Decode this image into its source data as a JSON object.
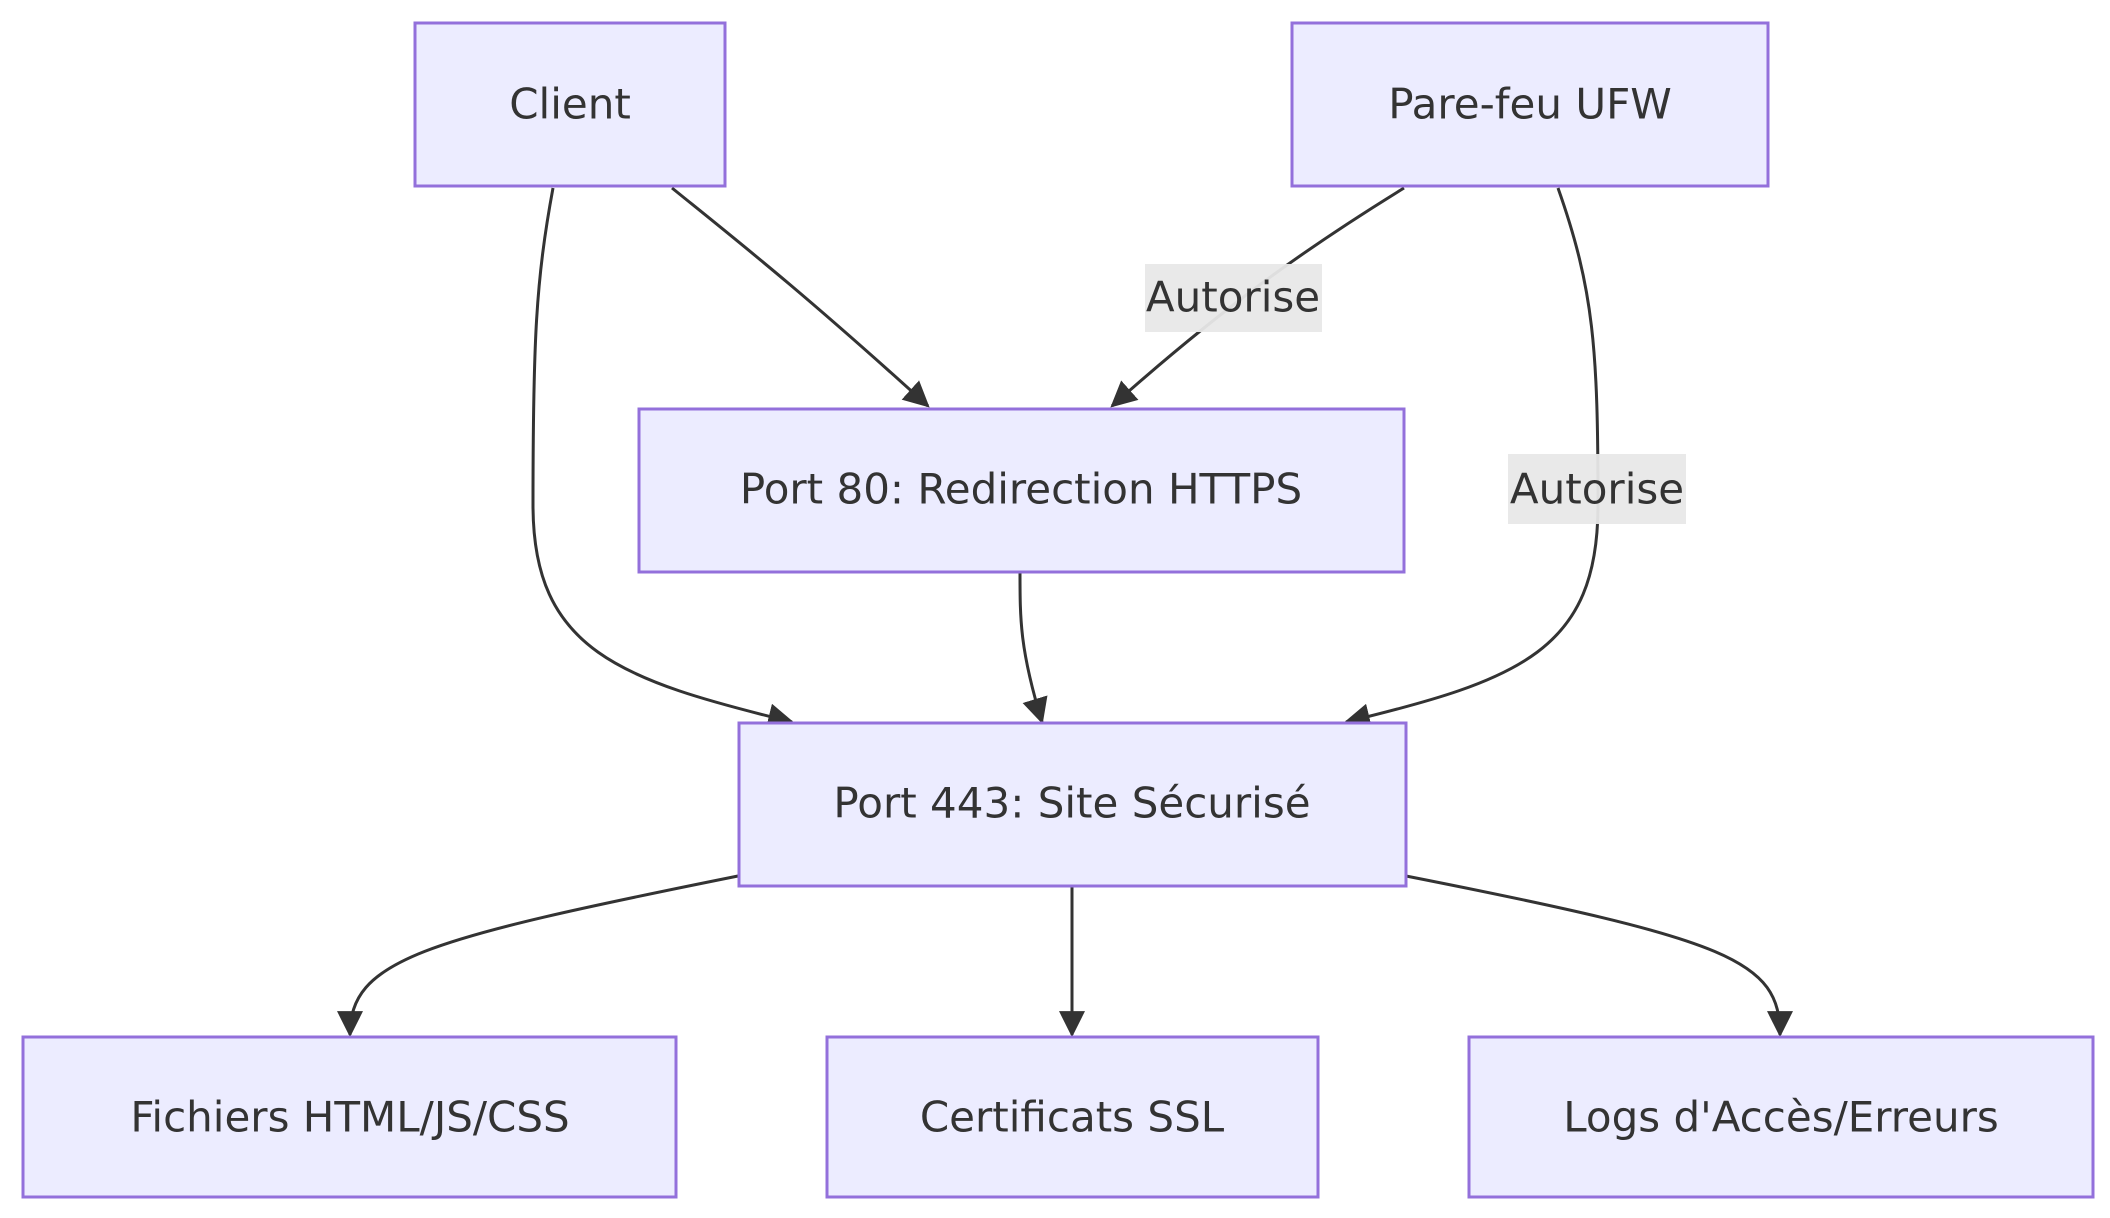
{
  "nodes": {
    "client": "Client",
    "firewall": "Pare-feu UFW",
    "port80": "Port 80: Redirection HTTPS",
    "port443": "Port 443: Site Sécurisé",
    "files": "Fichiers HTML/JS/CSS",
    "certs": "Certificats SSL",
    "logs": "Logs d'Accès/Erreurs"
  },
  "edge_labels": {
    "firewall_to_port80": "Autorise",
    "firewall_to_port443": "Autorise"
  },
  "edges": [
    {
      "from": "client",
      "to": "port80",
      "label": ""
    },
    {
      "from": "client",
      "to": "port443",
      "label": ""
    },
    {
      "from": "firewall",
      "to": "port80",
      "label": "Autorise"
    },
    {
      "from": "firewall",
      "to": "port443",
      "label": "Autorise"
    },
    {
      "from": "port80",
      "to": "port443",
      "label": ""
    },
    {
      "from": "port443",
      "to": "files",
      "label": ""
    },
    {
      "from": "port443",
      "to": "certs",
      "label": ""
    },
    {
      "from": "port443",
      "to": "logs",
      "label": ""
    }
  ],
  "colors": {
    "node_fill": "#ECECFF",
    "node_stroke": "#9370DB",
    "edge": "#333333",
    "label_bg": "#E8E8E8",
    "text": "#333333"
  }
}
